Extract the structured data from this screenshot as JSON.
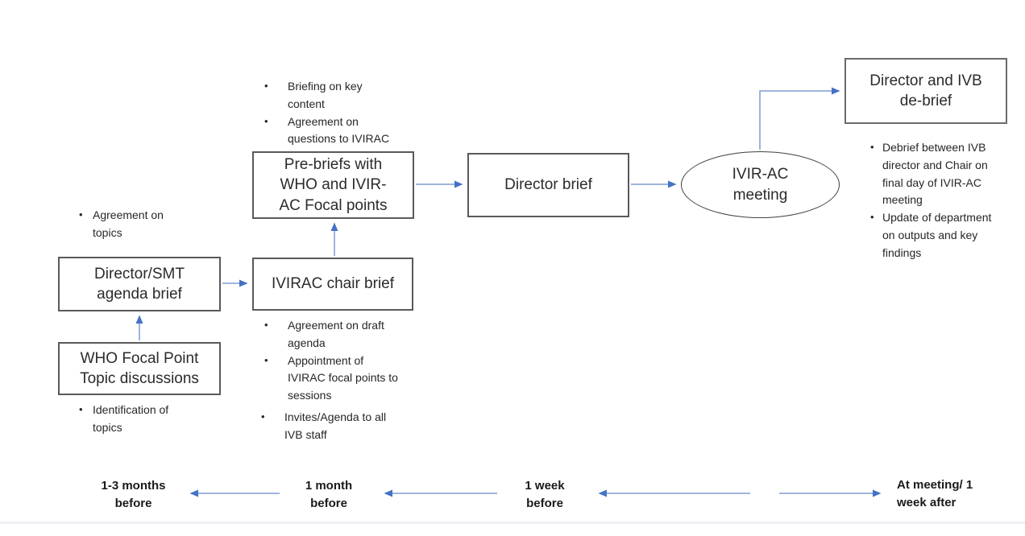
{
  "diagram": {
    "boxes": {
      "who_focal": {
        "label": "WHO Focal Point Topic discussions"
      },
      "director_smt": {
        "label": "Director/SMT agenda brief"
      },
      "ivirac_chair": {
        "label": "IVIRAC chair brief"
      },
      "pre_briefs": {
        "label": "Pre-briefs with WHO and IVIR-AC Focal points"
      },
      "director_brief": {
        "label": "Director brief"
      },
      "ivirac_meeting": {
        "label": "IVIR-AC meeting"
      },
      "debrief": {
        "label": "Director and IVB de-brief"
      }
    },
    "notes": {
      "topics_agreement": {
        "items": [
          "Agreement on topics"
        ]
      },
      "topics_identification": {
        "items": [
          "Identification of topics"
        ]
      },
      "pre_brief": {
        "items": [
          "Briefing on key content",
          "Agreement on questions to IVIRAC"
        ]
      },
      "chair_primary": {
        "items": [
          "Agreement on draft agenda",
          "Appointment of IVIRAC focal points to sessions"
        ]
      },
      "chair_secondary": {
        "items": [
          "Invites/Agenda to all IVB staff"
        ]
      },
      "debrief": {
        "items": [
          "Debrief between IVB director and Chair on final day of IVIR-AC meeting",
          "Update of department on outputs and key findings"
        ]
      }
    },
    "timeline": {
      "labels": [
        "1-3 months before",
        "1 month before",
        "1 week before",
        "At meeting/ 1 week after"
      ]
    },
    "colors": {
      "arrow_line": "#7e9bd0",
      "arrow_head": "#4472c4",
      "box_border": "#595959",
      "ellipse_border": "#404040",
      "text": "#262626"
    }
  }
}
